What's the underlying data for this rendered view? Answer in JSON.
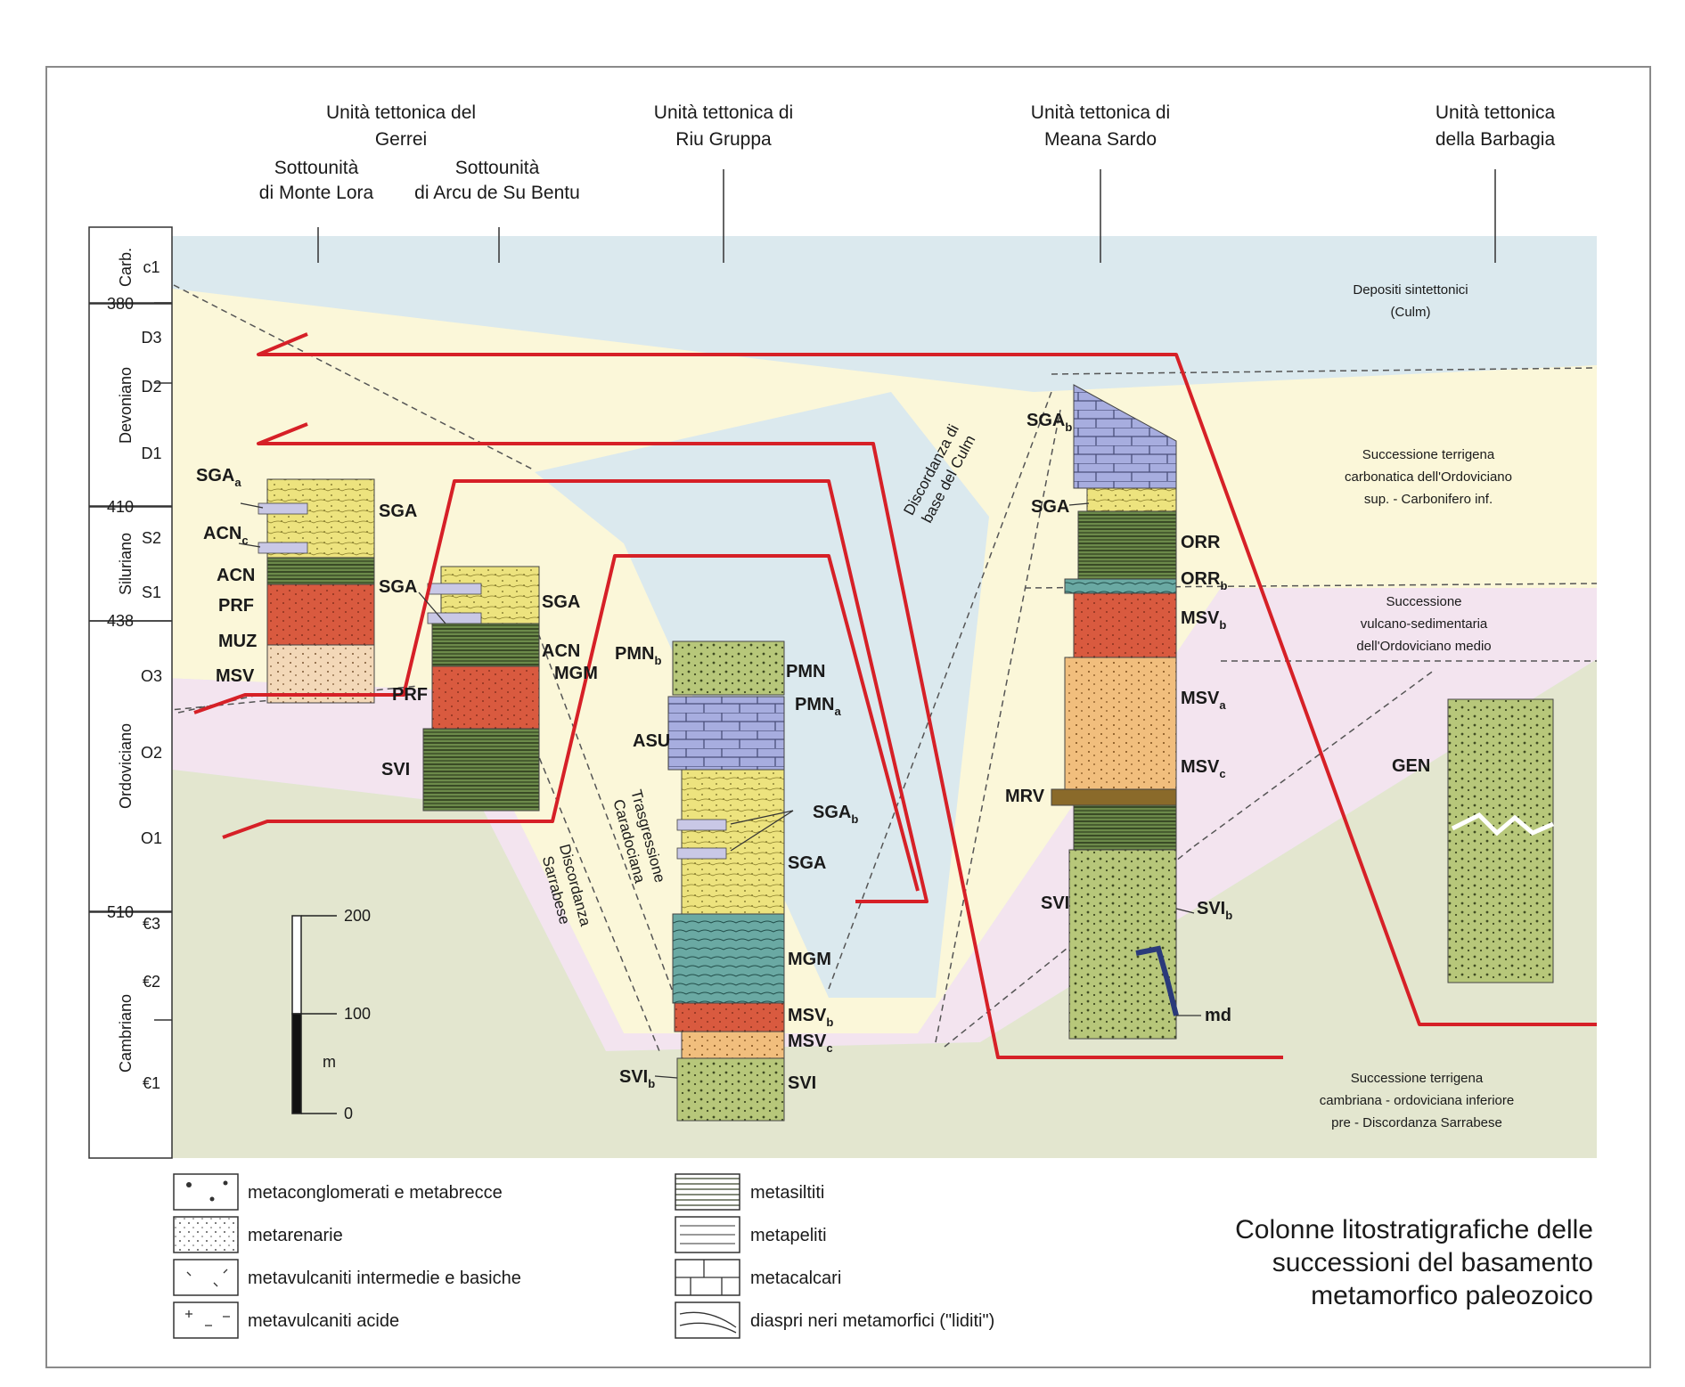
{
  "headers": {
    "gerrei_1": "Unità tettonica del",
    "gerrei_2": "Gerrei",
    "monte_lora_1": "Sottounità",
    "monte_lora_2": "di Monte Lora",
    "arcu_1": "Sottounità",
    "arcu_2": "di Arcu de Su Bentu",
    "riu_gruppa_1": "Unità tettonica di",
    "riu_gruppa_2": "Riu Gruppa",
    "meana_1": "Unità tettonica di",
    "meana_2": "Meana Sardo",
    "barbagia_1": "Unità tettonica",
    "barbagia_2": "della Barbagia"
  },
  "time_scale": {
    "periods": [
      "Carb.",
      "Devoniano",
      "Siluriano",
      "Ordoviciano",
      "Cambriano"
    ],
    "stages": [
      "c1",
      "D3",
      "D2",
      "D1",
      "S2",
      "S1",
      "O3",
      "O2",
      "O1",
      "€3",
      "€2",
      "€1"
    ],
    "ages": [
      "380",
      "410",
      "438",
      "510"
    ]
  },
  "scale_bar": {
    "values": [
      "200",
      "100",
      "0"
    ],
    "unit": "m"
  },
  "regions": {
    "culm_1": "Depositi sintettonici",
    "culm_2": "(Culm)",
    "ordovician_sup_1": "Successione terrigena",
    "ordovician_sup_2": "carbonatica dell'Ordoviciano",
    "ordovician_sup_3": "sup. - Carbonifero inf.",
    "volcano_1": "Successione",
    "volcano_2": "vulcano-sedimentaria",
    "volcano_3": "dell'Ordoviciano medio",
    "cambrian_1": "Successione terrigena",
    "cambrian_2": "cambriana - ordoviciana inferiore",
    "cambrian_3": "pre - Discordanza Sarrabese"
  },
  "discordances": {
    "culm_1": "Discordanza di",
    "culm_2": "base del Culm",
    "trasg_1": "Trasgressione",
    "trasg_2": "Caradociana",
    "sarr_1": "Discordanza",
    "sarr_2": "Sarrabese"
  },
  "column_labels": {
    "monte_lora": [
      {
        "t": "SGA",
        "s": "a"
      },
      {
        "t": "SGA",
        "s": ""
      },
      {
        "t": "ACN",
        "s": "c"
      },
      {
        "t": "ACN",
        "s": ""
      },
      {
        "t": "PRF",
        "s": ""
      },
      {
        "t": "MUZ",
        "s": ""
      },
      {
        "t": "MSV",
        "s": ""
      }
    ],
    "arcu": [
      {
        "t": "SGA",
        "s": ""
      },
      {
        "t": "SGA",
        "s": ""
      },
      {
        "t": "ACN",
        "s": ""
      },
      {
        "t": "MGM",
        "s": ""
      },
      {
        "t": "PRF",
        "s": ""
      },
      {
        "t": "SVI",
        "s": ""
      }
    ],
    "riu_gruppa": [
      {
        "t": "PMN",
        "s": "b"
      },
      {
        "t": "PMN",
        "s": ""
      },
      {
        "t": "PMN",
        "s": "a"
      },
      {
        "t": "ASU",
        "s": ""
      },
      {
        "t": "SGA",
        "s": "b"
      },
      {
        "t": "SGA",
        "s": ""
      },
      {
        "t": "MGM",
        "s": ""
      },
      {
        "t": "MSV",
        "s": "b"
      },
      {
        "t": "MSV",
        "s": "c"
      },
      {
        "t": "SVI",
        "s": "b"
      },
      {
        "t": "SVI",
        "s": ""
      }
    ],
    "meana": [
      {
        "t": "SGA",
        "s": "b"
      },
      {
        "t": "SGA",
        "s": ""
      },
      {
        "t": "ORR",
        "s": ""
      },
      {
        "t": "ORR",
        "s": "b"
      },
      {
        "t": "MSV",
        "s": "b"
      },
      {
        "t": "MSV",
        "s": "a"
      },
      {
        "t": "MSV",
        "s": "c"
      },
      {
        "t": "MRV",
        "s": ""
      },
      {
        "t": "SVI",
        "s": ""
      },
      {
        "t": "SVI",
        "s": "b"
      },
      {
        "t": "md",
        "s": ""
      }
    ],
    "barbagia": [
      {
        "t": "GEN",
        "s": ""
      }
    ]
  },
  "legend": {
    "left": [
      "metaconglomerati e metabrecce",
      "metarenarie",
      "metavulcaniti intermedie e basiche",
      "metavulcaniti acide"
    ],
    "right": [
      "metasiltiti",
      "metapeliti",
      "metacalcari",
      "diaspri neri metamorfici (\"liditi\")"
    ]
  },
  "title": {
    "line1": "Colonne litostratigrafiche delle",
    "line2": "successioni del basamento",
    "line3": "metamorfico paleozoico"
  },
  "colors": {
    "culm_zone": "#dbe9ee",
    "yellow_zone": "#fbf7d9",
    "pink_zone": "#f3e4ef",
    "green_zone": "#e3e6cf",
    "thrust": "#d62027",
    "sandstone": "#ede37e",
    "red_volcanic": "#d95a3f",
    "orange_volcanic": "#f1be7d",
    "green_siltite": "#6c8a4a",
    "olive_conglomerate": "#b7c77a",
    "teal": "#6aa9a3",
    "limestone": "#a7addf",
    "lavender": "#c9c8e6"
  }
}
